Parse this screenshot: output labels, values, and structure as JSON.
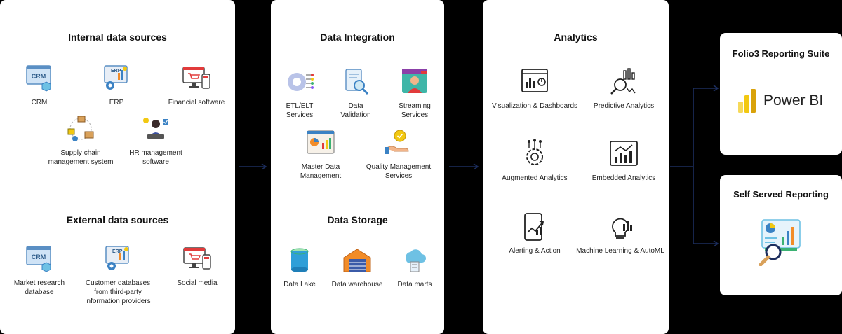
{
  "internal": {
    "title": "Internal data sources",
    "items": [
      "CRM",
      "ERP",
      "Financial software",
      "Supply chain\nmanagement system",
      "HR management\nsoftware"
    ]
  },
  "external": {
    "title": "External data sources",
    "items": [
      "Market research\ndatabase",
      "Customer databases\nfrom third-party\ninformation providers",
      "Social media"
    ]
  },
  "integration": {
    "title": "Data Integration",
    "items": [
      "ETL/ELT\nServices",
      "Data\nValidation",
      "Streaming\nServices",
      "Master Data\nManagement",
      "Quality Management\nServices"
    ]
  },
  "storage": {
    "title": "Data Storage",
    "items": [
      "Data Lake",
      "Data warehouse",
      "Data marts"
    ]
  },
  "analytics": {
    "title": "Analytics",
    "items": [
      "Visualization & Dashboards",
      "Predictive Analytics",
      "Augmented Analytics",
      "Embedded Analytics",
      "Alerting & Action",
      "Machine Learning & AutoML"
    ]
  },
  "reporting": {
    "title": "Folio3 Reporting Suite",
    "powerbi": "Power BI"
  },
  "self_served": {
    "title": "Self Served Reporting"
  },
  "icon_text": {
    "crm": "CRM",
    "erp": "ERP"
  },
  "colors": {
    "background": "#000000",
    "panel": "#ffffff",
    "connector": "#1c2e5e",
    "accent_blue": "#3b82c4",
    "accent_orange": "#f28c28",
    "powerbi_yellow": "#f2c811"
  }
}
